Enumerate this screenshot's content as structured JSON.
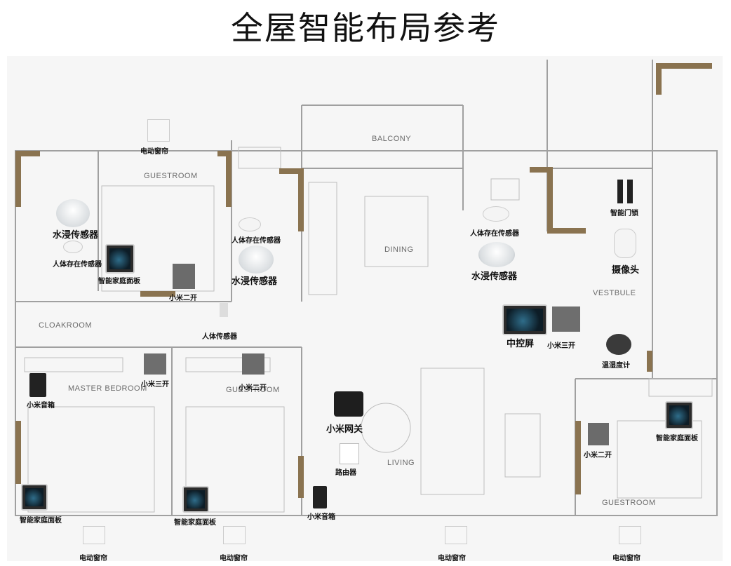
{
  "title": "全屋智能布局参考",
  "rooms": {
    "balcony": "BALCONY",
    "guestroom_top": "GUESTROOM",
    "dining": "DINING",
    "vestbule": "VESTBULE",
    "cloakroom": "CLOAKROOM",
    "master": "MASTER BEDROOM",
    "guestroom_mid": "GUESTROOM",
    "living": "LIVING",
    "guestroom_right": "GUESTROOM"
  },
  "devices": {
    "curtain_top": "电动窗帘",
    "water_left": "水浸传感器",
    "human_left": "人体存在传感器",
    "panel_left": "智能家庭面板",
    "switch2_top": "小米二开",
    "human_mid": "人体存在传感器",
    "water_mid": "水浸传感器",
    "human_center": "人体传感器",
    "human_right": "人体存在传感器",
    "water_right": "水浸传感器",
    "doorlock": "智能门锁",
    "camera": "摄像头",
    "control_screen": "中控屏",
    "switch3_right": "小米三开",
    "thermo": "温湿度计",
    "speaker_left": "小米音箱",
    "switch3_left": "小米三开",
    "switch2_mid": "小米二开",
    "gateway": "小米网关",
    "router": "路由器",
    "panel_right": "智能家庭面板",
    "switch2_right": "小米二开",
    "panel_bl1": "智能家庭面板",
    "panel_bl2": "智能家庭面板",
    "speaker_bottom": "小米音箱",
    "curtain_b1": "电动窗帘",
    "curtain_b2": "电动窗帘",
    "curtain_b3": "电动窗帘",
    "curtain_b4": "电动窗帘"
  },
  "colors": {
    "wall_accent": "#8a7350",
    "line": "#9a9a9a"
  }
}
